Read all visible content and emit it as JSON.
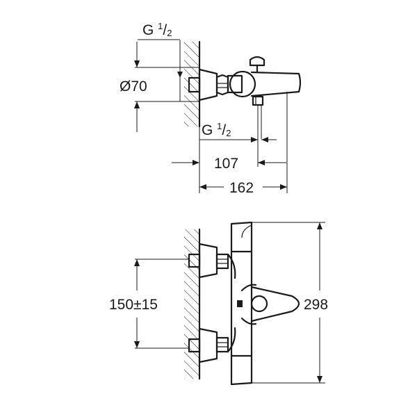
{
  "top_view": {
    "inlet_thread": {
      "prefix": "G ",
      "num": "1",
      "slash": "/",
      "den": "2"
    },
    "escutcheon_dia": "Ø70",
    "outlet_thread": {
      "prefix": "G ",
      "num": "1",
      "slash": "/",
      "den": "2"
    },
    "dim_outlet": "107",
    "dim_total": "162"
  },
  "front_view": {
    "centre_distance": "150±15",
    "height": "298"
  }
}
